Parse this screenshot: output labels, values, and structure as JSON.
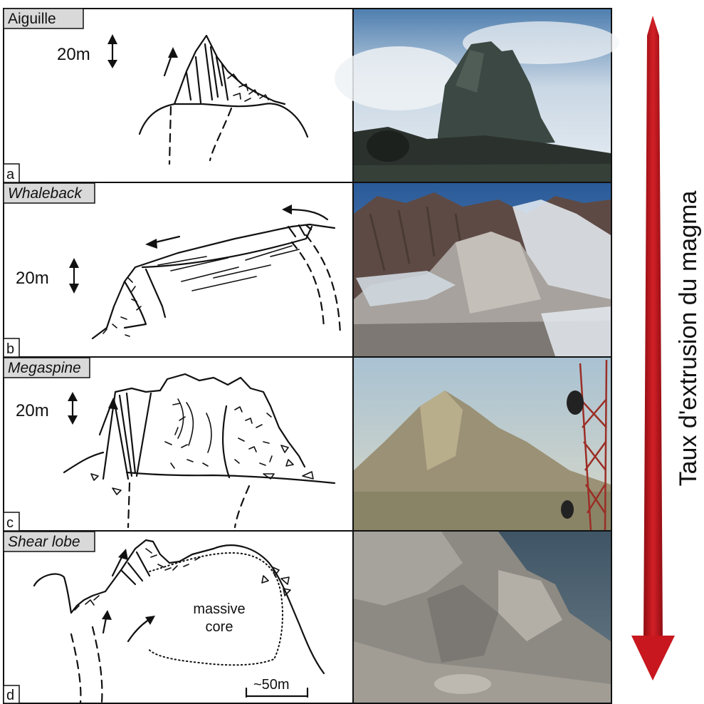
{
  "panels": [
    {
      "title": "Aiguille",
      "title_italic": false,
      "letter": "a",
      "scale_label": "20m"
    },
    {
      "title": "Whaleback",
      "title_italic": true,
      "letter": "b",
      "scale_label": "20m"
    },
    {
      "title": "Megaspine",
      "title_italic": true,
      "letter": "c",
      "scale_label": "20m"
    },
    {
      "title": "Shear lobe",
      "title_italic": true,
      "letter": "d",
      "scale_label": "~50m",
      "annotation_line1": "massive",
      "annotation_line2": "core"
    }
  ],
  "arrow_label": "Taux d'extrusion du magma",
  "colors": {
    "arrow": "#c8171e",
    "label_box": "#d9d9d9",
    "ink": "#111111"
  }
}
